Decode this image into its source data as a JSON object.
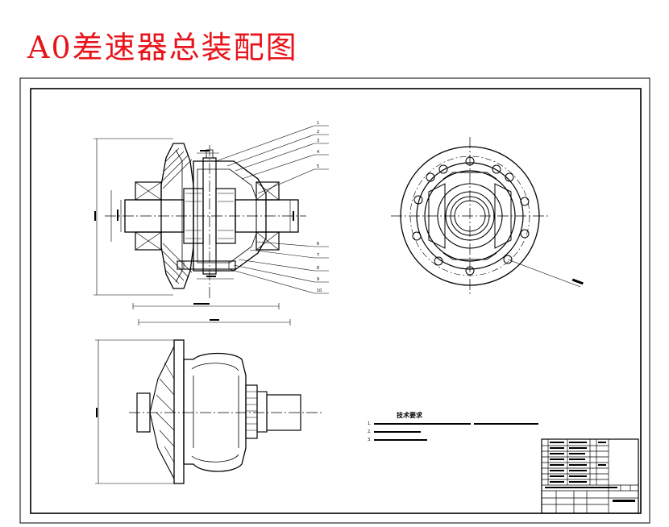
{
  "title": "A0差速器总装配图",
  "colors": {
    "title": "#e8141b",
    "ink": "#000000",
    "paper": "#ffffff"
  },
  "callouts": [
    "1",
    "2",
    "3",
    "4",
    "5",
    "6",
    "7",
    "8",
    "9",
    "10"
  ],
  "technical_requirements": {
    "heading": "技术要求",
    "items": [
      "1.",
      "2.",
      "3."
    ]
  }
}
